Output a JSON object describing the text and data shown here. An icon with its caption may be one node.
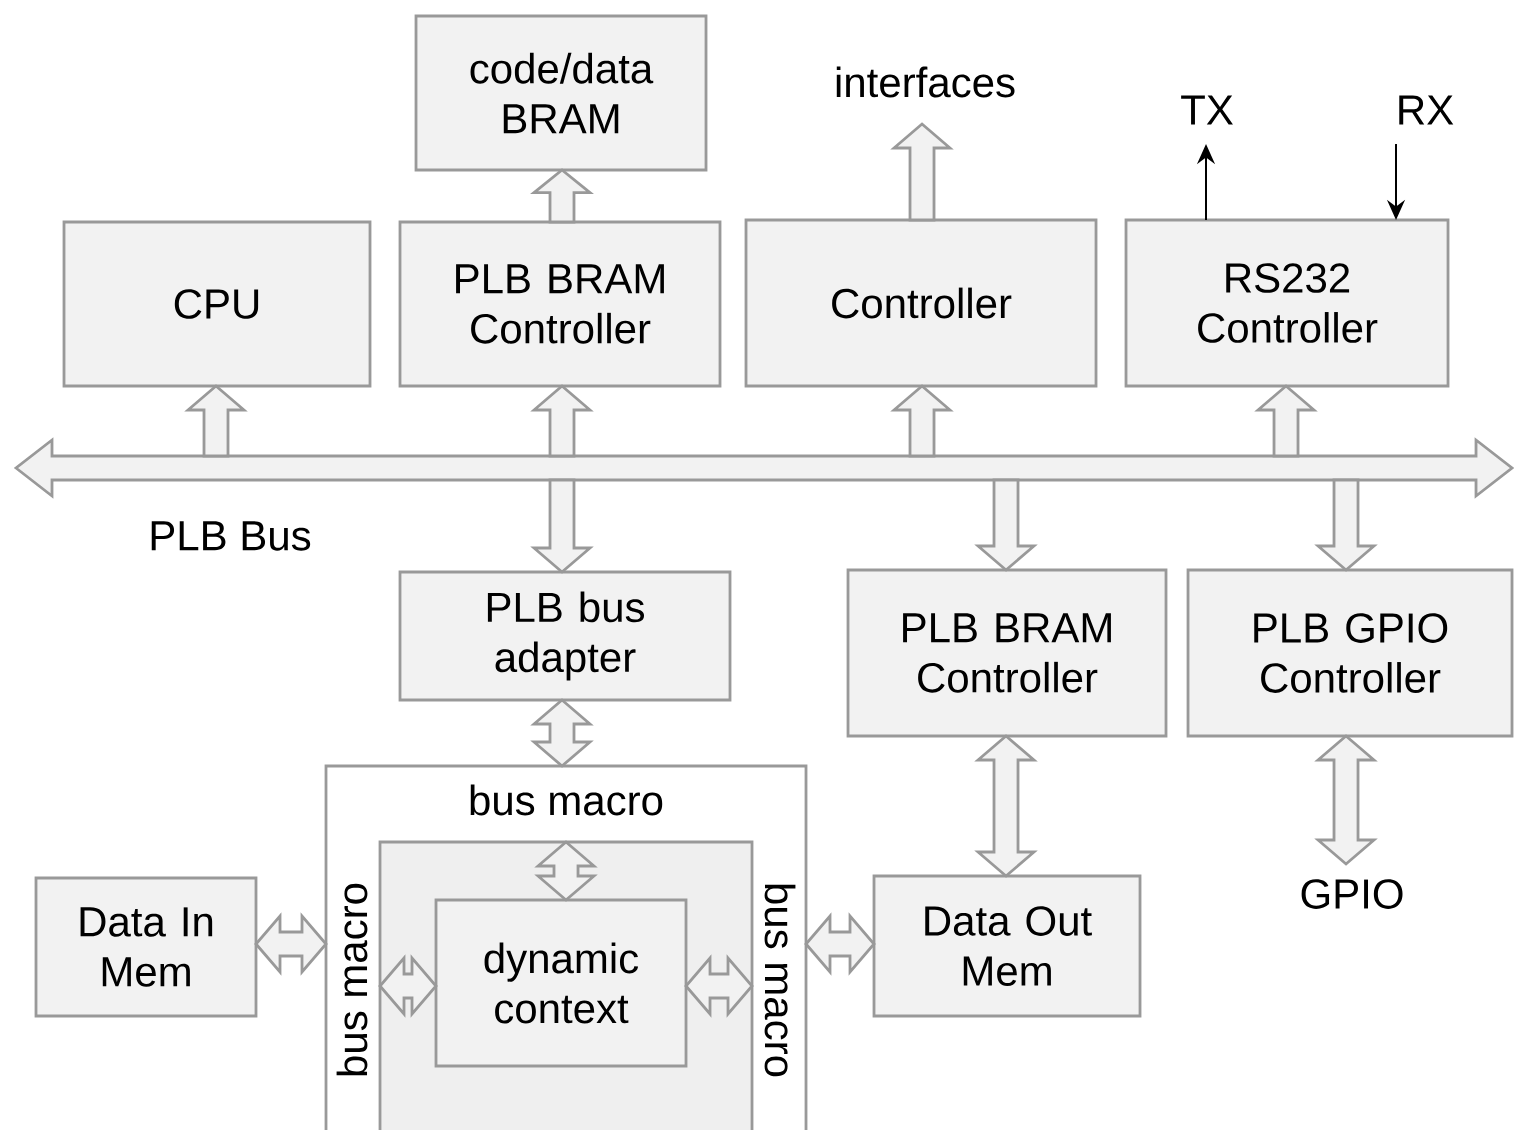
{
  "diagram": {
    "nodes": [
      {
        "text": [
          "code/data BRAM"
        ]
      },
      {
        "text": [
          "CPU"
        ]
      },
      {
        "text": [
          "PLB BRAM Controller"
        ]
      },
      {
        "text": [
          "Controller"
        ]
      },
      {
        "text": [
          "interfaces"
        ]
      },
      {
        "text": [
          "RS232 Controller"
        ]
      },
      {
        "text": [
          "TX"
        ]
      },
      {
        "text": [
          "RX"
        ]
      },
      {
        "text": [
          "PLB Bus"
        ]
      },
      {
        "text": [
          "PLB bus adapter"
        ]
      },
      {
        "text": [
          "PLB BRAM Controller"
        ]
      },
      {
        "text": [
          "PLB GPIO Controller"
        ]
      },
      {
        "text": [
          "GPIO"
        ]
      },
      {
        "text": [
          "bus macro",
          "bus macro",
          "bus macro"
        ]
      },
      {
        "text": [],
        "shape": "box",
        "in": 13
      },
      {
        "text": [
          "dynamic context"
        ],
        "in": 14
      },
      {
        "text": [
          "Data In Mem"
        ]
      },
      {
        "text": [
          "Data Out Mem"
        ]
      }
    ],
    "edges": [
      {
        "from": 2,
        "to": 0,
        "arrow": "to"
      },
      {
        "from": 8,
        "to": 1,
        "arrow": "to"
      },
      {
        "from": 8,
        "to": 2,
        "arrow": "to"
      },
      {
        "from": 8,
        "to": 3,
        "arrow": "to"
      },
      {
        "from": 3,
        "to": 4,
        "arrow": "to"
      },
      {
        "from": 8,
        "to": 5,
        "arrow": "to"
      },
      {
        "from": 5,
        "to": 6,
        "arrow": "to",
        "color": "#000000"
      },
      {
        "from": 7,
        "to": 5,
        "arrow": "to",
        "color": "#000000"
      },
      {
        "from": 8,
        "to": 9,
        "arrow": "to"
      },
      {
        "from": 8,
        "to": 10,
        "arrow": "to"
      },
      {
        "from": 8,
        "to": 11,
        "arrow": "to"
      },
      {
        "from": 9,
        "to": 13,
        "arrow": "both"
      },
      {
        "from": 10,
        "to": 17,
        "arrow": "both"
      },
      {
        "from": 11,
        "to": 12,
        "arrow": "both"
      },
      {
        "from": 16,
        "to": 13,
        "arrow": "both"
      },
      {
        "from": 13,
        "to": 17,
        "arrow": "both"
      },
      {
        "from": 14,
        "to": 15,
        "arrow": "both"
      },
      {
        "from": 14,
        "to": 15,
        "arrow": "both"
      },
      {
        "from": 15,
        "to": 14,
        "arrow": "both"
      }
    ]
  }
}
